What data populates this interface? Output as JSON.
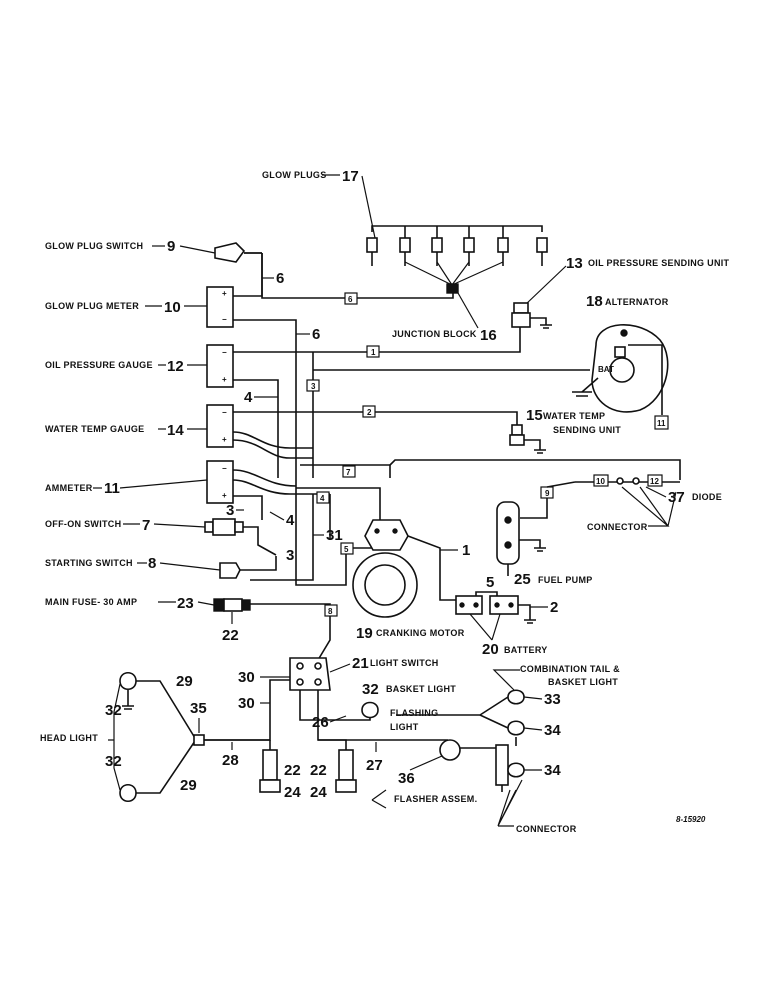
{
  "labels": {
    "glow_plugs": "GLOW PLUGS",
    "glow_plug_switch": "GLOW PLUG SWITCH",
    "glow_plug_meter": "GLOW PLUG METER",
    "oil_pressure_gauge": "OIL PRESSURE GAUGE",
    "water_temp_gauge": "WATER TEMP GAUGE",
    "ammeter": "AMMETER",
    "off_on_switch": "OFF-ON SWITCH",
    "starting_switch": "STARTING SWITCH",
    "main_fuse": "MAIN FUSE- 30 AMP",
    "head_light": "HEAD LIGHT",
    "oil_pressure_sending_unit": "OIL PRESSURE SENDING UNIT",
    "alternator": "ALTERNATOR",
    "junction_block": "JUNCTION BLOCK",
    "water_temp": "WATER TEMP",
    "sending_unit": "SENDING UNIT",
    "diode": "DIODE",
    "connector": "CONNECTOR",
    "fuel_pump": "FUEL PUMP",
    "battery": "BATTERY",
    "cranking_motor": "CRANKING MOTOR",
    "light_switch": "LIGHT SWITCH",
    "basket_light": "BASKET LIGHT",
    "combination_tail_1": "COMBINATION TAIL &",
    "combination_tail_2": "BASKET LIGHT",
    "flashing_1": "FLASHING",
    "flashing_2": "LIGHT",
    "flasher_assem": "FLASHER ASSEM.",
    "connector_bottom": "CONNECTOR",
    "drawing_ref": "8-15920"
  },
  "callouts": {
    "glow_plugs": "17",
    "glow_plug_switch": "9",
    "glow_plug_meter": "10",
    "oil_pressure_gauge": "12",
    "water_temp_gauge": "14",
    "ammeter": "11",
    "off_on_switch": "7",
    "starting_switch": "8",
    "main_fuse": "23",
    "main_fuse_below": "22",
    "oil_pressure_sending_unit": "13",
    "alternator": "18",
    "junction_block": "16",
    "water_temp_sending_unit": "15",
    "diode": "37",
    "fuel_pump": "25",
    "battery": "20",
    "cranking_motor": "19",
    "light_switch": "21",
    "basket_light": "32",
    "comb_tail_light": "33",
    "flashing_light_upper": "34",
    "flashing_light_lower": "34",
    "flasher_assem": "36",
    "wire_6a": "6",
    "wire_6b": "6",
    "wire_4a": "4",
    "wire_3a": "3",
    "wire_4b": "4",
    "wire_3b": "3",
    "wire_31": "31",
    "wire_1": "1",
    "wire_2": "2",
    "wire_5": "5",
    "head_32_top": "32",
    "head_32_bottom": "32",
    "head_29_top": "29",
    "head_29_bottom": "29",
    "head_35": "35",
    "head_28": "28",
    "left_30a": "30",
    "left_30b": "30",
    "w_26": "26",
    "w_27": "27",
    "plug_22a": "22",
    "plug_22b": "22",
    "plug_24a": "24",
    "plug_24b": "24"
  },
  "wire_tags": {
    "t6": "6",
    "t1": "1",
    "t3": "3",
    "t2": "2",
    "t11": "11",
    "t7": "7",
    "t10": "10",
    "t12": "12",
    "t9": "9",
    "t4": "4",
    "t5": "5",
    "t8": "8"
  }
}
